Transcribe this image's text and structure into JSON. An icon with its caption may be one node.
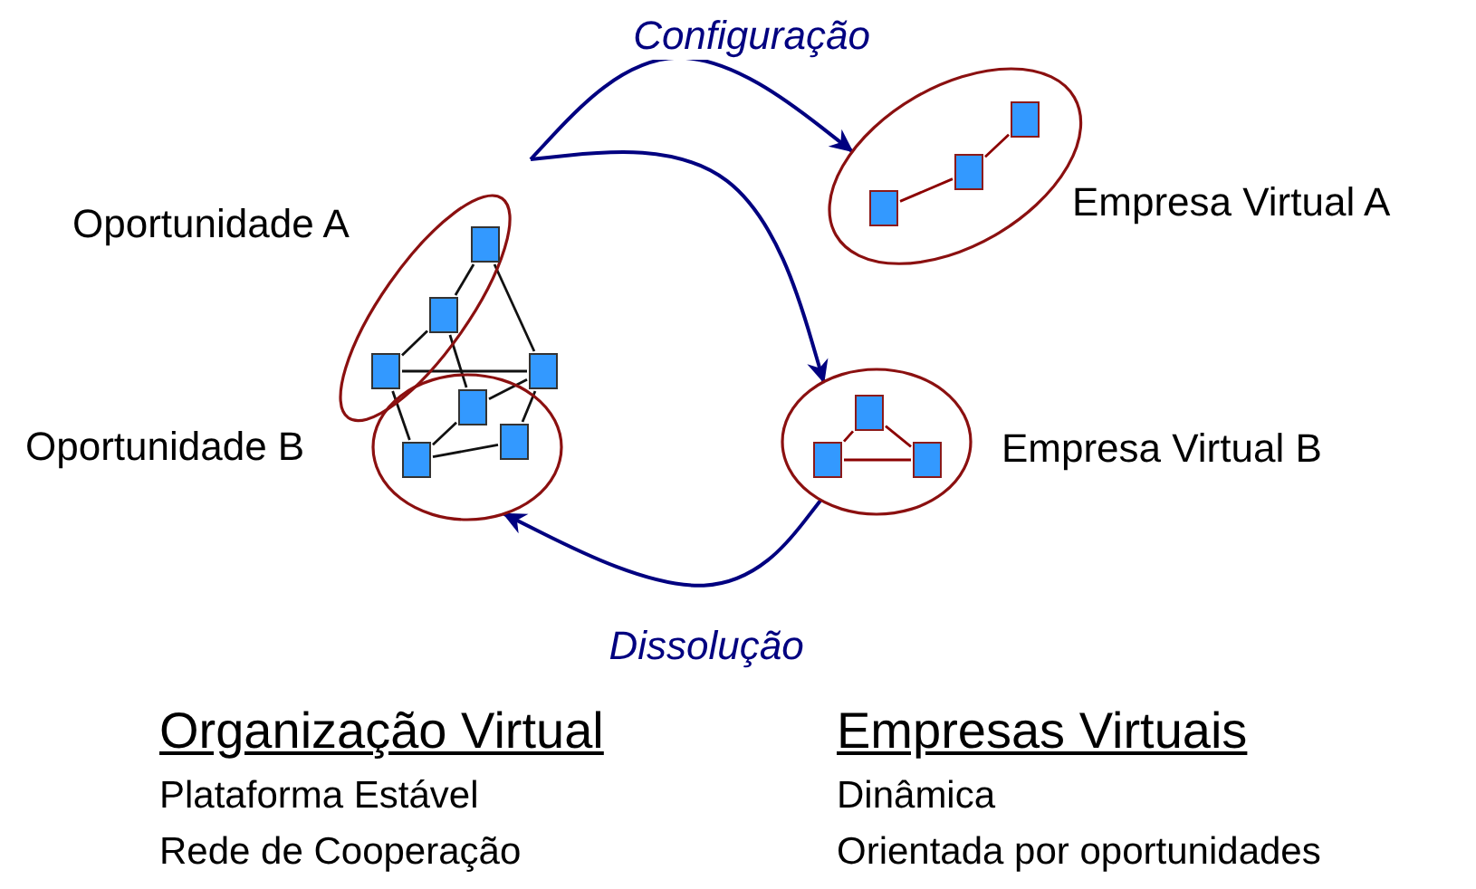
{
  "diagram": {
    "nodes": [
      {
        "text": [
          "Oportunidade A"
        ]
      },
      {
        "text": [
          "Oportunidade B"
        ]
      },
      {
        "text": [],
        "shape": "box",
        "in": 0
      },
      {
        "text": [],
        "shape": "box",
        "in": 0
      },
      {
        "text": [],
        "shape": "box",
        "in": 0
      },
      {
        "text": [],
        "shape": "box"
      },
      {
        "text": [],
        "shape": "box",
        "in": 1
      },
      {
        "text": [],
        "shape": "box",
        "in": 1
      },
      {
        "text": [],
        "shape": "box",
        "in": 1
      },
      {
        "text": [
          "Empresa Virtual A"
        ]
      },
      {
        "text": [],
        "shape": "box",
        "in": 9
      },
      {
        "text": [],
        "shape": "box",
        "in": 9
      },
      {
        "text": [],
        "shape": "box",
        "in": 9
      },
      {
        "text": [
          "Empresa Virtual B"
        ]
      },
      {
        "text": [],
        "shape": "box",
        "in": 13
      },
      {
        "text": [],
        "shape": "box",
        "in": 13
      },
      {
        "text": [],
        "shape": "box",
        "in": 13
      }
    ],
    "edges": [
      {
        "from": 2,
        "to": 3,
        "arrow": "none"
      },
      {
        "from": 2,
        "to": 5,
        "arrow": "none"
      },
      {
        "from": 3,
        "to": 4,
        "arrow": "none"
      },
      {
        "from": 3,
        "to": 6,
        "arrow": "none"
      },
      {
        "from": 4,
        "to": 5,
        "arrow": "none"
      },
      {
        "from": 4,
        "to": 8,
        "arrow": "none"
      },
      {
        "from": 6,
        "to": 8,
        "arrow": "none"
      },
      {
        "from": 6,
        "to": 5,
        "arrow": "none"
      },
      {
        "from": 5,
        "to": 7,
        "arrow": "none"
      },
      {
        "from": 8,
        "to": 7,
        "arrow": "none"
      },
      {
        "from": 10,
        "to": 11,
        "arrow": "none",
        "color": "#8b0000"
      },
      {
        "from": 11,
        "to": 12,
        "arrow": "none",
        "color": "#8b0000"
      },
      {
        "from": 14,
        "to": 15,
        "arrow": "none",
        "color": "#8b0000"
      },
      {
        "from": 14,
        "to": 16,
        "arrow": "none",
        "color": "#8b0000"
      },
      {
        "from": 15,
        "to": 16,
        "arrow": "none",
        "color": "#8b0000"
      },
      {
        "from": null,
        "to": 9,
        "arrow": "to",
        "label": "Configuração",
        "color": "#000080"
      },
      {
        "from": null,
        "to": 13,
        "arrow": "to",
        "color": "#000080"
      },
      {
        "from": 13,
        "to": 1,
        "arrow": "to",
        "label": "Dissolução",
        "color": "#000080"
      }
    ],
    "labels": [
      "Organização Virtual",
      "Empresas Virtuais",
      "Plataforma Estável",
      "Dinâmica",
      "Rede de Cooperação",
      "Orientada por oportunidades"
    ]
  }
}
